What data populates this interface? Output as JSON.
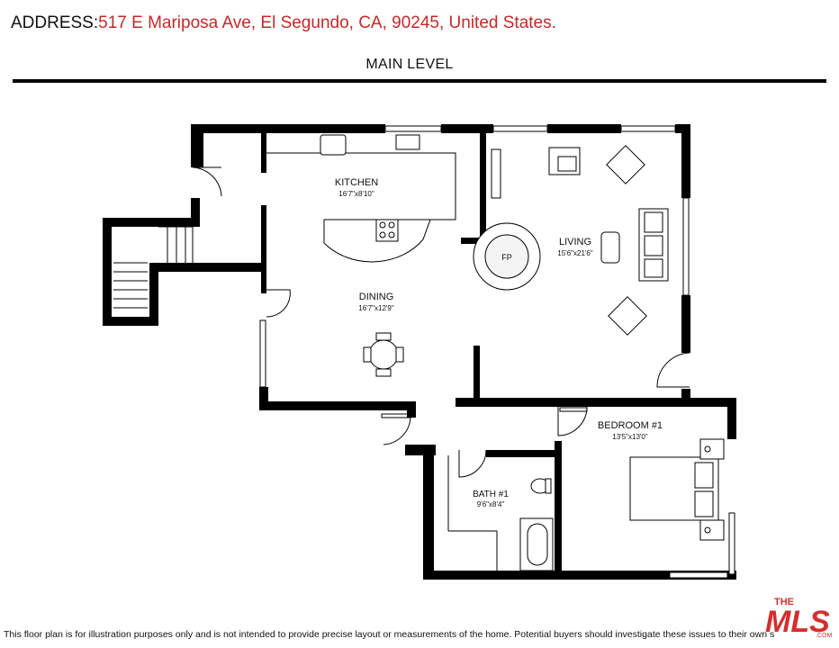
{
  "header": {
    "address_label": "ADDRESS:",
    "address_value": "517 E Mariposa Ave, El Segundo, CA, 90245, United States.",
    "level_title": "MAIN LEVEL"
  },
  "rooms": {
    "kitchen": {
      "name": "KITCHEN",
      "dims": "16'7\"x8'10\""
    },
    "living": {
      "name": "LIVING",
      "dims": "15'6\"x21'6\""
    },
    "dining": {
      "name": "DINING",
      "dims": "16'7\"x12'9\""
    },
    "bedroom1": {
      "name": "BEDROOM #1",
      "dims": "13'5\"x13'0\""
    },
    "bath1": {
      "name": "BATH #1",
      "dims": "9'6\"x8'4\""
    },
    "fireplace": {
      "label": "FP"
    }
  },
  "footer": {
    "disclaimer": "This floor plan is for illustration purposes only and is not intended to provide precise layout or measurements of the home. Potential buyers should investigate these issues to their own s"
  },
  "logo": {
    "top": "THE",
    "main": "MLS",
    "sub": ".COM",
    "color": "#d32f2f"
  },
  "colors": {
    "wall": "#000000",
    "text_accent": "#c62828"
  }
}
